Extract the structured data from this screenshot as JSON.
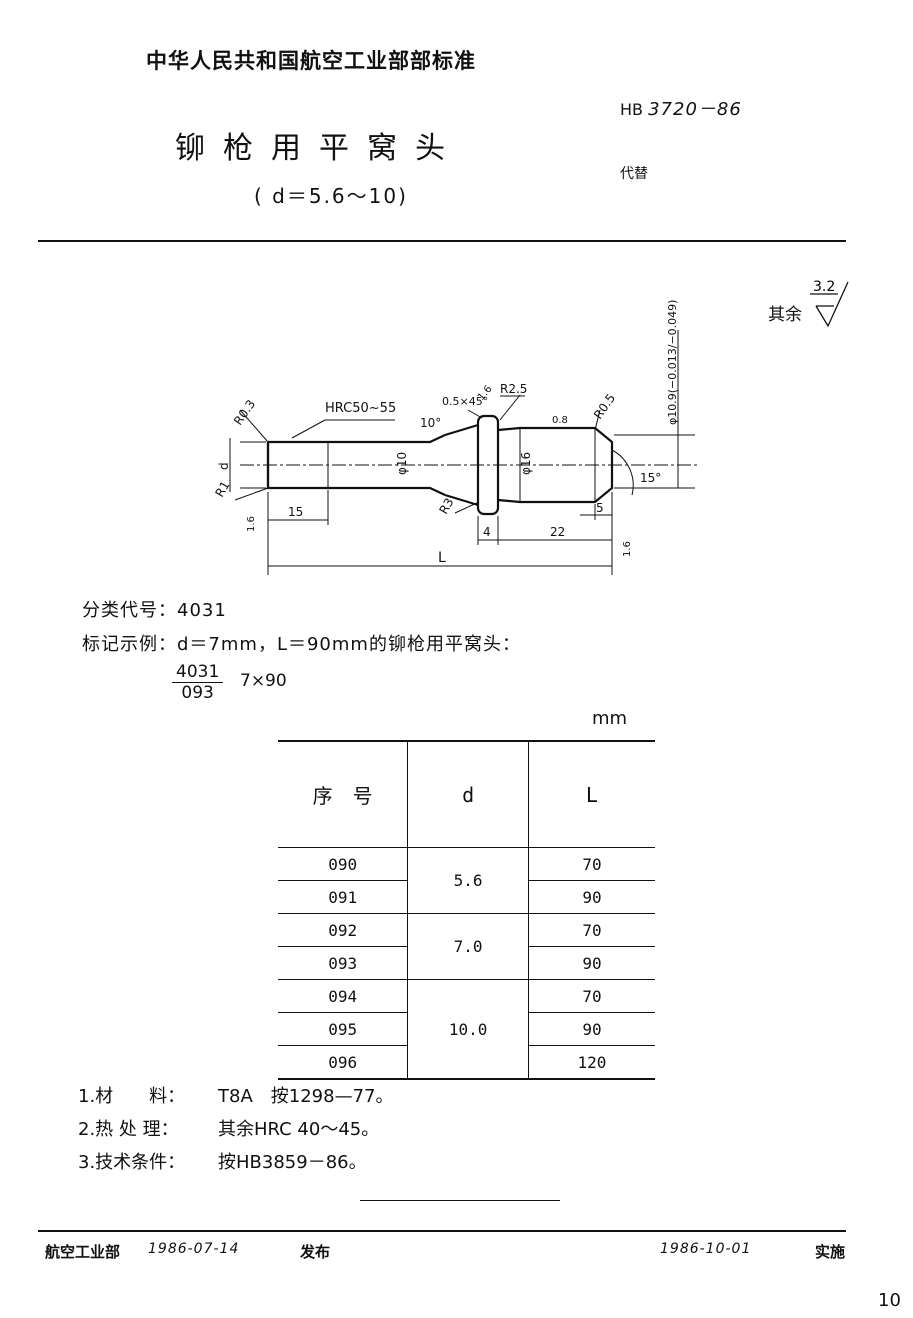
{
  "header": {
    "organization": "中华人民共和国航空工业部部标准",
    "standard_prefix": "HB",
    "standard_number": "3720－86",
    "title": "铆枪用平窝头",
    "subtitle": "( d＝5.6～10)",
    "replaces": "代替"
  },
  "roughness": {
    "label": "其余",
    "value": "3.2"
  },
  "drawing": {
    "hrc": "HRC50~55",
    "r03": "R0.3",
    "chamfer": "0.5×45°",
    "r25": "R2.5",
    "r05": "R0.5",
    "r3": "R3",
    "r1": "R1",
    "angle10": "10°",
    "angle15": "15°",
    "dia10": "φ10",
    "dia16": "φ16",
    "dia_tol": "φ10.9(−0.013/−0.049)",
    "d": "d",
    "L": "L",
    "dim15": "15",
    "dim4": "4",
    "dim22": "22",
    "dim5": "5",
    "ra08": "0.8",
    "ra16a": "1.6",
    "ra16b": "1.6",
    "ra16c": "1.6"
  },
  "info": {
    "classification": "分类代号：4031",
    "marking": "标记示例：d＝7mm，L＝90mm的铆枪用平窝头：",
    "frac_top": "4031",
    "frac_bottom": "093",
    "frac_suffix": "7×90"
  },
  "table": {
    "unit": "mm",
    "headers": [
      "序　号",
      "d",
      "L"
    ],
    "groups": [
      {
        "d": "5.6",
        "rows": [
          [
            "090",
            "70"
          ],
          [
            "091",
            "90"
          ]
        ]
      },
      {
        "d": "7.0",
        "rows": [
          [
            "092",
            "70"
          ],
          [
            "093",
            "90"
          ]
        ]
      },
      {
        "d": "10.0",
        "rows": [
          [
            "094",
            "70"
          ],
          [
            "095",
            "90"
          ],
          [
            "096",
            "120"
          ]
        ]
      }
    ]
  },
  "notes": [
    {
      "label": "1.材　　料：",
      "text": "T8A　按1298—77。"
    },
    {
      "label": "2.热 处 理：",
      "text": "其余HRC 40～45。"
    },
    {
      "label": "3.技术条件：",
      "text": "按HB3859－86。"
    }
  ],
  "footer": {
    "issuer": "航空工业部",
    "issue_date": "1986-07-14",
    "issued": "发布",
    "effective_date": "1986-10-01",
    "effective": "实施"
  },
  "page_number": "10"
}
